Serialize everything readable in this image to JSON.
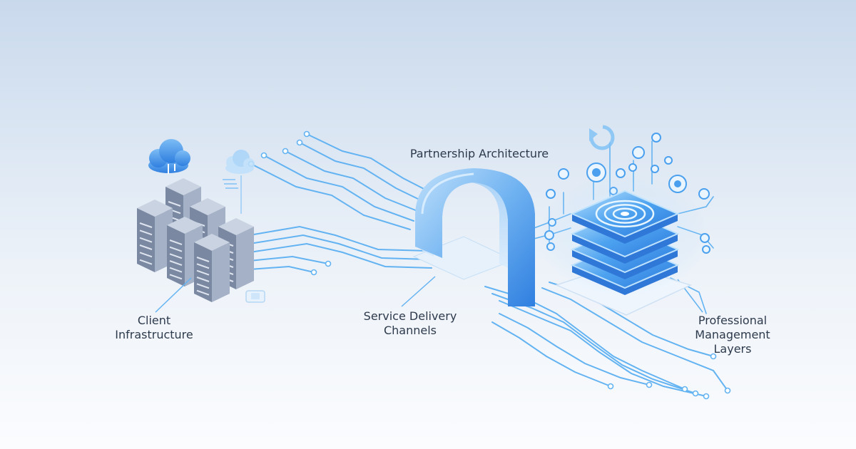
{
  "diagram": {
    "labels": {
      "partnership_architecture": "Partnership Architecture",
      "client_infrastructure": [
        "Client",
        "Infrastructure"
      ],
      "service_delivery_channels": [
        "Service Delivery",
        "Channels"
      ],
      "professional_management_layers": [
        "Professional",
        "Management",
        "Layers"
      ]
    },
    "icons": [
      "cloud-icon",
      "server-rack-icon",
      "arch-gateway-icon",
      "layer-stack-icon",
      "refresh-icon"
    ],
    "colors": {
      "accent": "#3b8fe8",
      "accent_light": "#8cc6f6",
      "line": "#63b3f2",
      "text": "#2d3a4c",
      "server_face": "#7a88a2",
      "server_top": "#c9d3e2"
    }
  }
}
